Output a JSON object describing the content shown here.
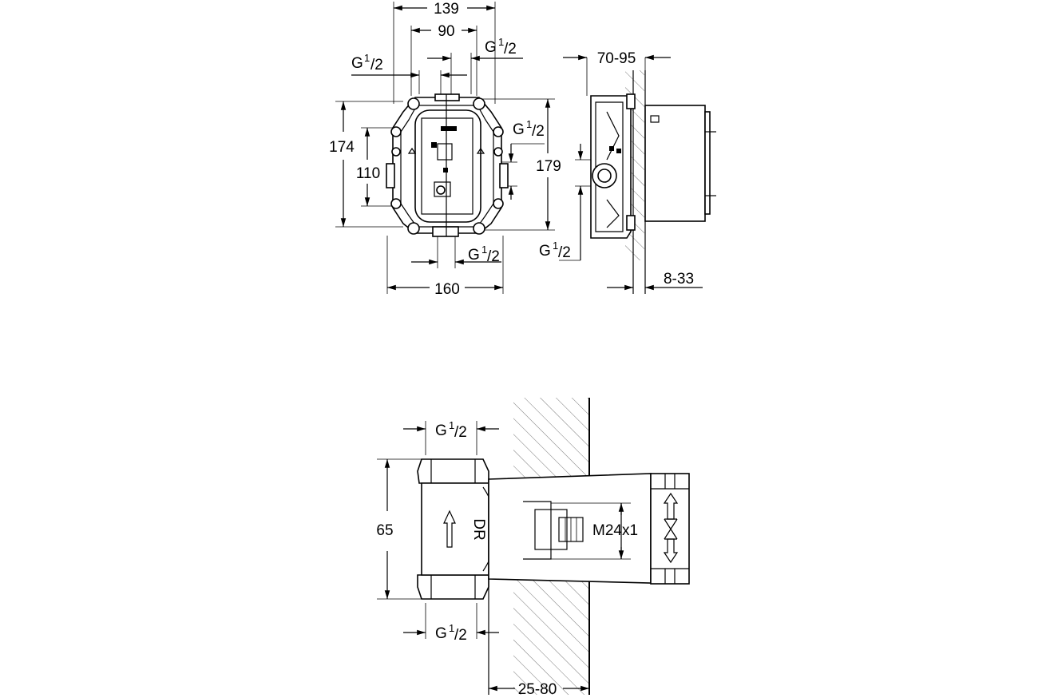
{
  "top_view": {
    "width_overall": "139",
    "width_inner": "90",
    "width_base": "160",
    "height_overall": "174",
    "height_inner": "110",
    "height_right": "179",
    "thread_top_left": {
      "base": "G",
      "num": "1",
      "den": "/2"
    },
    "thread_top_right": {
      "base": "G",
      "num": "1",
      "den": "/2"
    },
    "thread_right": {
      "base": "G",
      "num": "1",
      "den": "/2"
    },
    "thread_bottom": {
      "base": "G",
      "num": "1",
      "den": "/2"
    }
  },
  "side_view": {
    "depth_range": "70-95",
    "wall_range": "8-33",
    "thread": {
      "base": "G",
      "num": "1",
      "den": "/2"
    }
  },
  "valve_view": {
    "thread_top": {
      "base": "G",
      "num": "1",
      "den": "/2"
    },
    "thread_bottom": {
      "base": "G",
      "num": "1",
      "den": "/2"
    },
    "height": "65",
    "spindle_thread": "M24x1",
    "depth_range": "25-80",
    "body_marking": "DR"
  }
}
